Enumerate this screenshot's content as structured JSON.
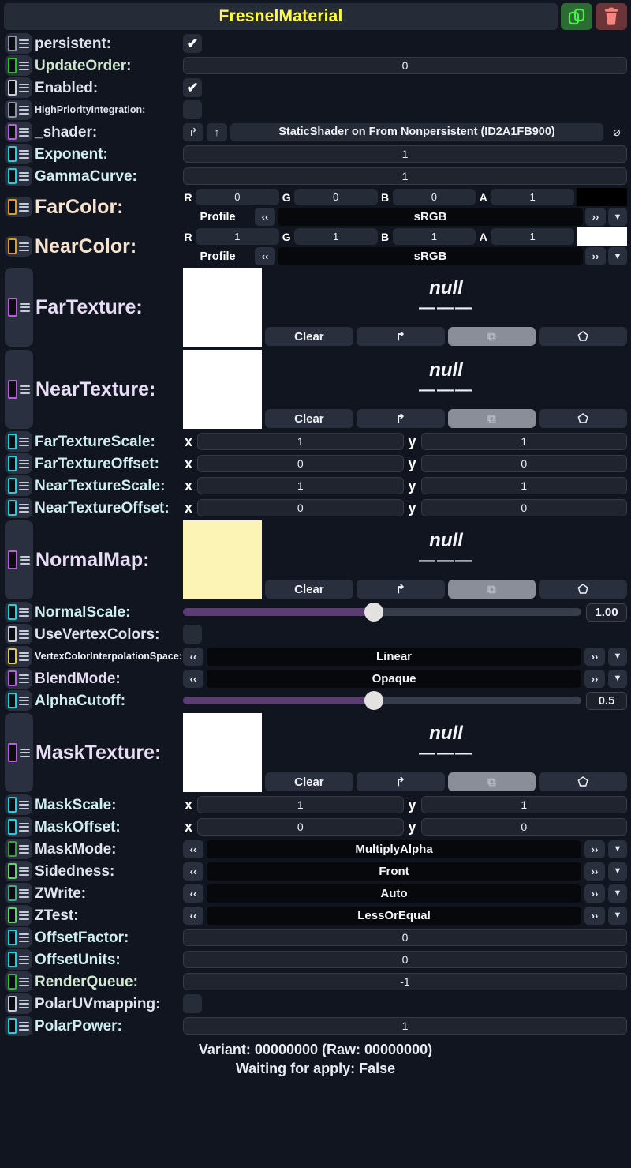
{
  "header": {
    "title": "FresnelMaterial",
    "title_color": "#ffff3b",
    "duplicate_button": {
      "icon": "duplicate-icon",
      "color": "#2c6b34"
    },
    "delete_button": {
      "icon": "trash-icon",
      "color": "#6b3438"
    }
  },
  "rows": [
    {
      "type": "checkbox",
      "label": "persistent:",
      "label_color": "#dfe3ee",
      "accent": "#8d93a3",
      "label_size": "normal",
      "value": true,
      "check": "✔"
    },
    {
      "type": "text",
      "label": "UpdateOrder:",
      "label_color": "#cfe8cf",
      "accent": "#21c421",
      "label_size": "normal",
      "value": "0"
    },
    {
      "type": "checkbox",
      "label": "Enabled:",
      "label_color": "#dfe3ee",
      "accent": "#c9cdd8",
      "label_size": "normal",
      "value": true,
      "check": "✔"
    },
    {
      "type": "checkbox",
      "label": "HighPriorityIntegration:",
      "label_color": "#dfe3ee",
      "accent": "#8d93a3",
      "label_size": "small",
      "value": false,
      "check": ""
    },
    {
      "type": "reference",
      "label": "_shader:",
      "label_color": "#dfe3ee",
      "accent": "#b45fd8",
      "label_size": "normal",
      "btn1": "↱",
      "btn2": "↑",
      "value": "StaticShader on From Nonpersistent (ID2A1FB900)",
      "clear": "⌀"
    },
    {
      "type": "text",
      "label": "Exponent:",
      "label_color": "#cfeef2",
      "accent": "#19d2e0",
      "label_size": "normal",
      "value": "1"
    },
    {
      "type": "text",
      "label": "GammaCurve:",
      "label_color": "#cfeef2",
      "accent": "#19d2e0",
      "label_size": "normal",
      "value": "1"
    },
    {
      "type": "color",
      "label": "FarColor:",
      "label_color": "#f7e3cd",
      "accent": "#e09a22",
      "label_size": "xl",
      "r": "0",
      "g": "0",
      "b": "0",
      "a": "1",
      "swatch": "#000000",
      "profile_label": "Profile",
      "profile_value": "sRGB",
      "prev": "‹‹",
      "next": "››",
      "caret": "▼",
      "channels": [
        "R",
        "G",
        "B",
        "A"
      ]
    },
    {
      "type": "color",
      "label": "NearColor:",
      "label_color": "#f7e3cd",
      "accent": "#e09a22",
      "label_size": "xl",
      "r": "1",
      "g": "1",
      "b": "1",
      "a": "1",
      "swatch": "#ffffff",
      "profile_label": "Profile",
      "profile_value": "sRGB",
      "prev": "‹‹",
      "next": "››",
      "caret": "▼",
      "channels": [
        "R",
        "G",
        "B",
        "A"
      ]
    },
    {
      "type": "texture",
      "label": "FarTexture:",
      "label_color": "#e7ddf5",
      "accent": "#b45fd8",
      "label_size": "xl",
      "preview_color": "#ffffff",
      "null_text": "null",
      "dash_text": "———",
      "buttons": [
        {
          "label": "Clear",
          "icon": "",
          "disabled": false,
          "name": "clear-button"
        },
        {
          "label": "",
          "icon": "↱",
          "disabled": false,
          "name": "open-ref-button"
        },
        {
          "label": "",
          "icon": "⧉",
          "disabled": true,
          "name": "duplicate-ref-button"
        },
        {
          "label": "",
          "icon": "⬠",
          "disabled": false,
          "name": "tag-button"
        }
      ]
    },
    {
      "type": "texture",
      "label": "NearTexture:",
      "label_color": "#e7ddf5",
      "accent": "#b45fd8",
      "label_size": "xl",
      "preview_color": "#ffffff",
      "null_text": "null",
      "dash_text": "———",
      "buttons": [
        {
          "label": "Clear",
          "icon": "",
          "disabled": false,
          "name": "clear-button"
        },
        {
          "label": "",
          "icon": "↱",
          "disabled": false,
          "name": "open-ref-button"
        },
        {
          "label": "",
          "icon": "⧉",
          "disabled": true,
          "name": "duplicate-ref-button"
        },
        {
          "label": "",
          "icon": "⬠",
          "disabled": false,
          "name": "tag-button"
        }
      ]
    },
    {
      "type": "vec2",
      "label": "FarTextureScale:",
      "label_color": "#cfeef2",
      "accent": "#19d2e0",
      "label_size": "normal",
      "x": "1",
      "y": "1",
      "xlab": "x",
      "ylab": "y"
    },
    {
      "type": "vec2",
      "label": "FarTextureOffset:",
      "label_color": "#cfeef2",
      "accent": "#19d2e0",
      "label_size": "normal",
      "x": "0",
      "y": "0",
      "xlab": "x",
      "ylab": "y"
    },
    {
      "type": "vec2",
      "label": "NearTextureScale:",
      "label_color": "#cfeef2",
      "accent": "#19d2e0",
      "label_size": "normal",
      "x": "1",
      "y": "1",
      "xlab": "x",
      "ylab": "y"
    },
    {
      "type": "vec2",
      "label": "NearTextureOffset:",
      "label_color": "#cfeef2",
      "accent": "#19d2e0",
      "label_size": "normal",
      "x": "0",
      "y": "0",
      "xlab": "x",
      "ylab": "y"
    },
    {
      "type": "texture",
      "label": "NormalMap:",
      "label_color": "#e7ddf5",
      "accent": "#b45fd8",
      "label_size": "xl",
      "preview_color": "#fbf4b4",
      "null_text": "null",
      "dash_text": "———",
      "buttons": [
        {
          "label": "Clear",
          "icon": "",
          "disabled": false,
          "name": "clear-button"
        },
        {
          "label": "",
          "icon": "↱",
          "disabled": false,
          "name": "open-ref-button"
        },
        {
          "label": "",
          "icon": "⧉",
          "disabled": true,
          "name": "duplicate-ref-button"
        },
        {
          "label": "",
          "icon": "⬠",
          "disabled": false,
          "name": "tag-button"
        }
      ]
    },
    {
      "type": "slider",
      "label": "NormalScale:",
      "label_color": "#cfeef2",
      "accent": "#19d2e0",
      "label_size": "normal",
      "value": "1.00",
      "percent": 48,
      "fill_color": "#5b3d73"
    },
    {
      "type": "checkbox",
      "label": "UseVertexColors:",
      "label_color": "#dfe3ee",
      "accent": "#c9cdd8",
      "label_size": "normal",
      "value": false,
      "check": ""
    },
    {
      "type": "enum",
      "label": "VertexColorInterpolationSpace:",
      "label_color": "#f0f2f8",
      "accent": "#e0c84a",
      "label_size": "small",
      "value": "Linear",
      "prev": "‹‹",
      "next": "››",
      "caret": "▼"
    },
    {
      "type": "enum",
      "label": "BlendMode:",
      "label_color": "#e7ddf5",
      "accent": "#b45fd8",
      "label_size": "normal",
      "value": "Opaque",
      "prev": "‹‹",
      "next": "››",
      "caret": "▼"
    },
    {
      "type": "slider",
      "label": "AlphaCutoff:",
      "label_color": "#cfeef2",
      "accent": "#19d2e0",
      "label_size": "normal",
      "value": "0.5",
      "percent": 48,
      "fill_color": "#5b3d73"
    },
    {
      "type": "texture",
      "label": "MaskTexture:",
      "label_color": "#e7ddf5",
      "accent": "#b45fd8",
      "label_size": "xl",
      "preview_color": "#ffffff",
      "null_text": "null",
      "dash_text": "———",
      "buttons": [
        {
          "label": "Clear",
          "icon": "",
          "disabled": false,
          "name": "clear-button"
        },
        {
          "label": "",
          "icon": "↱",
          "disabled": false,
          "name": "open-ref-button"
        },
        {
          "label": "",
          "icon": "⧉",
          "disabled": true,
          "name": "duplicate-ref-button"
        },
        {
          "label": "",
          "icon": "⬠",
          "disabled": false,
          "name": "tag-button"
        }
      ]
    },
    {
      "type": "vec2",
      "label": "MaskScale:",
      "label_color": "#cfeef2",
      "accent": "#19d2e0",
      "label_size": "normal",
      "x": "1",
      "y": "1",
      "xlab": "x",
      "ylab": "y"
    },
    {
      "type": "vec2",
      "label": "MaskOffset:",
      "label_color": "#cfeef2",
      "accent": "#19d2e0",
      "label_size": "normal",
      "x": "0",
      "y": "0",
      "xlab": "x",
      "ylab": "y"
    },
    {
      "type": "enum",
      "label": "MaskMode:",
      "label_color": "#dfe3ee",
      "accent": "#3f9b3f",
      "label_size": "normal",
      "value": "MultiplyAlpha",
      "prev": "‹‹",
      "next": "››",
      "caret": "▼"
    },
    {
      "type": "enum",
      "label": "Sidedness:",
      "label_color": "#dfe3ee",
      "accent": "#63d26a",
      "label_size": "normal",
      "value": "Front",
      "prev": "‹‹",
      "next": "››",
      "caret": "▼"
    },
    {
      "type": "enum",
      "label": "ZWrite:",
      "label_color": "#dfe3ee",
      "accent": "#3fa87d",
      "label_size": "normal",
      "value": "Auto",
      "prev": "‹‹",
      "next": "››",
      "caret": "▼"
    },
    {
      "type": "enum",
      "label": "ZTest:",
      "label_color": "#dfe3ee",
      "accent": "#63d26a",
      "label_size": "normal",
      "value": "LessOrEqual",
      "prev": "‹‹",
      "next": "››",
      "caret": "▼"
    },
    {
      "type": "text",
      "label": "OffsetFactor:",
      "label_color": "#cfeef2",
      "accent": "#19d2e0",
      "label_size": "normal",
      "value": "0"
    },
    {
      "type": "text",
      "label": "OffsetUnits:",
      "label_color": "#cfeef2",
      "accent": "#19d2e0",
      "label_size": "normal",
      "value": "0"
    },
    {
      "type": "text",
      "label": "RenderQueue:",
      "label_color": "#cfe8cf",
      "accent": "#21c421",
      "label_size": "normal",
      "value": "-1"
    },
    {
      "type": "checkbox",
      "label": "PolarUVmapping:",
      "label_color": "#dfe3ee",
      "accent": "#c9cdd8",
      "label_size": "normal",
      "value": false,
      "check": ""
    },
    {
      "type": "text",
      "label": "PolarPower:",
      "label_color": "#cfeef2",
      "accent": "#19d2e0",
      "label_size": "normal",
      "value": "1"
    }
  ],
  "footer": {
    "variant_line": "Variant: 00000000 (Raw: 00000000)",
    "apply_line": "Waiting for apply: False"
  }
}
